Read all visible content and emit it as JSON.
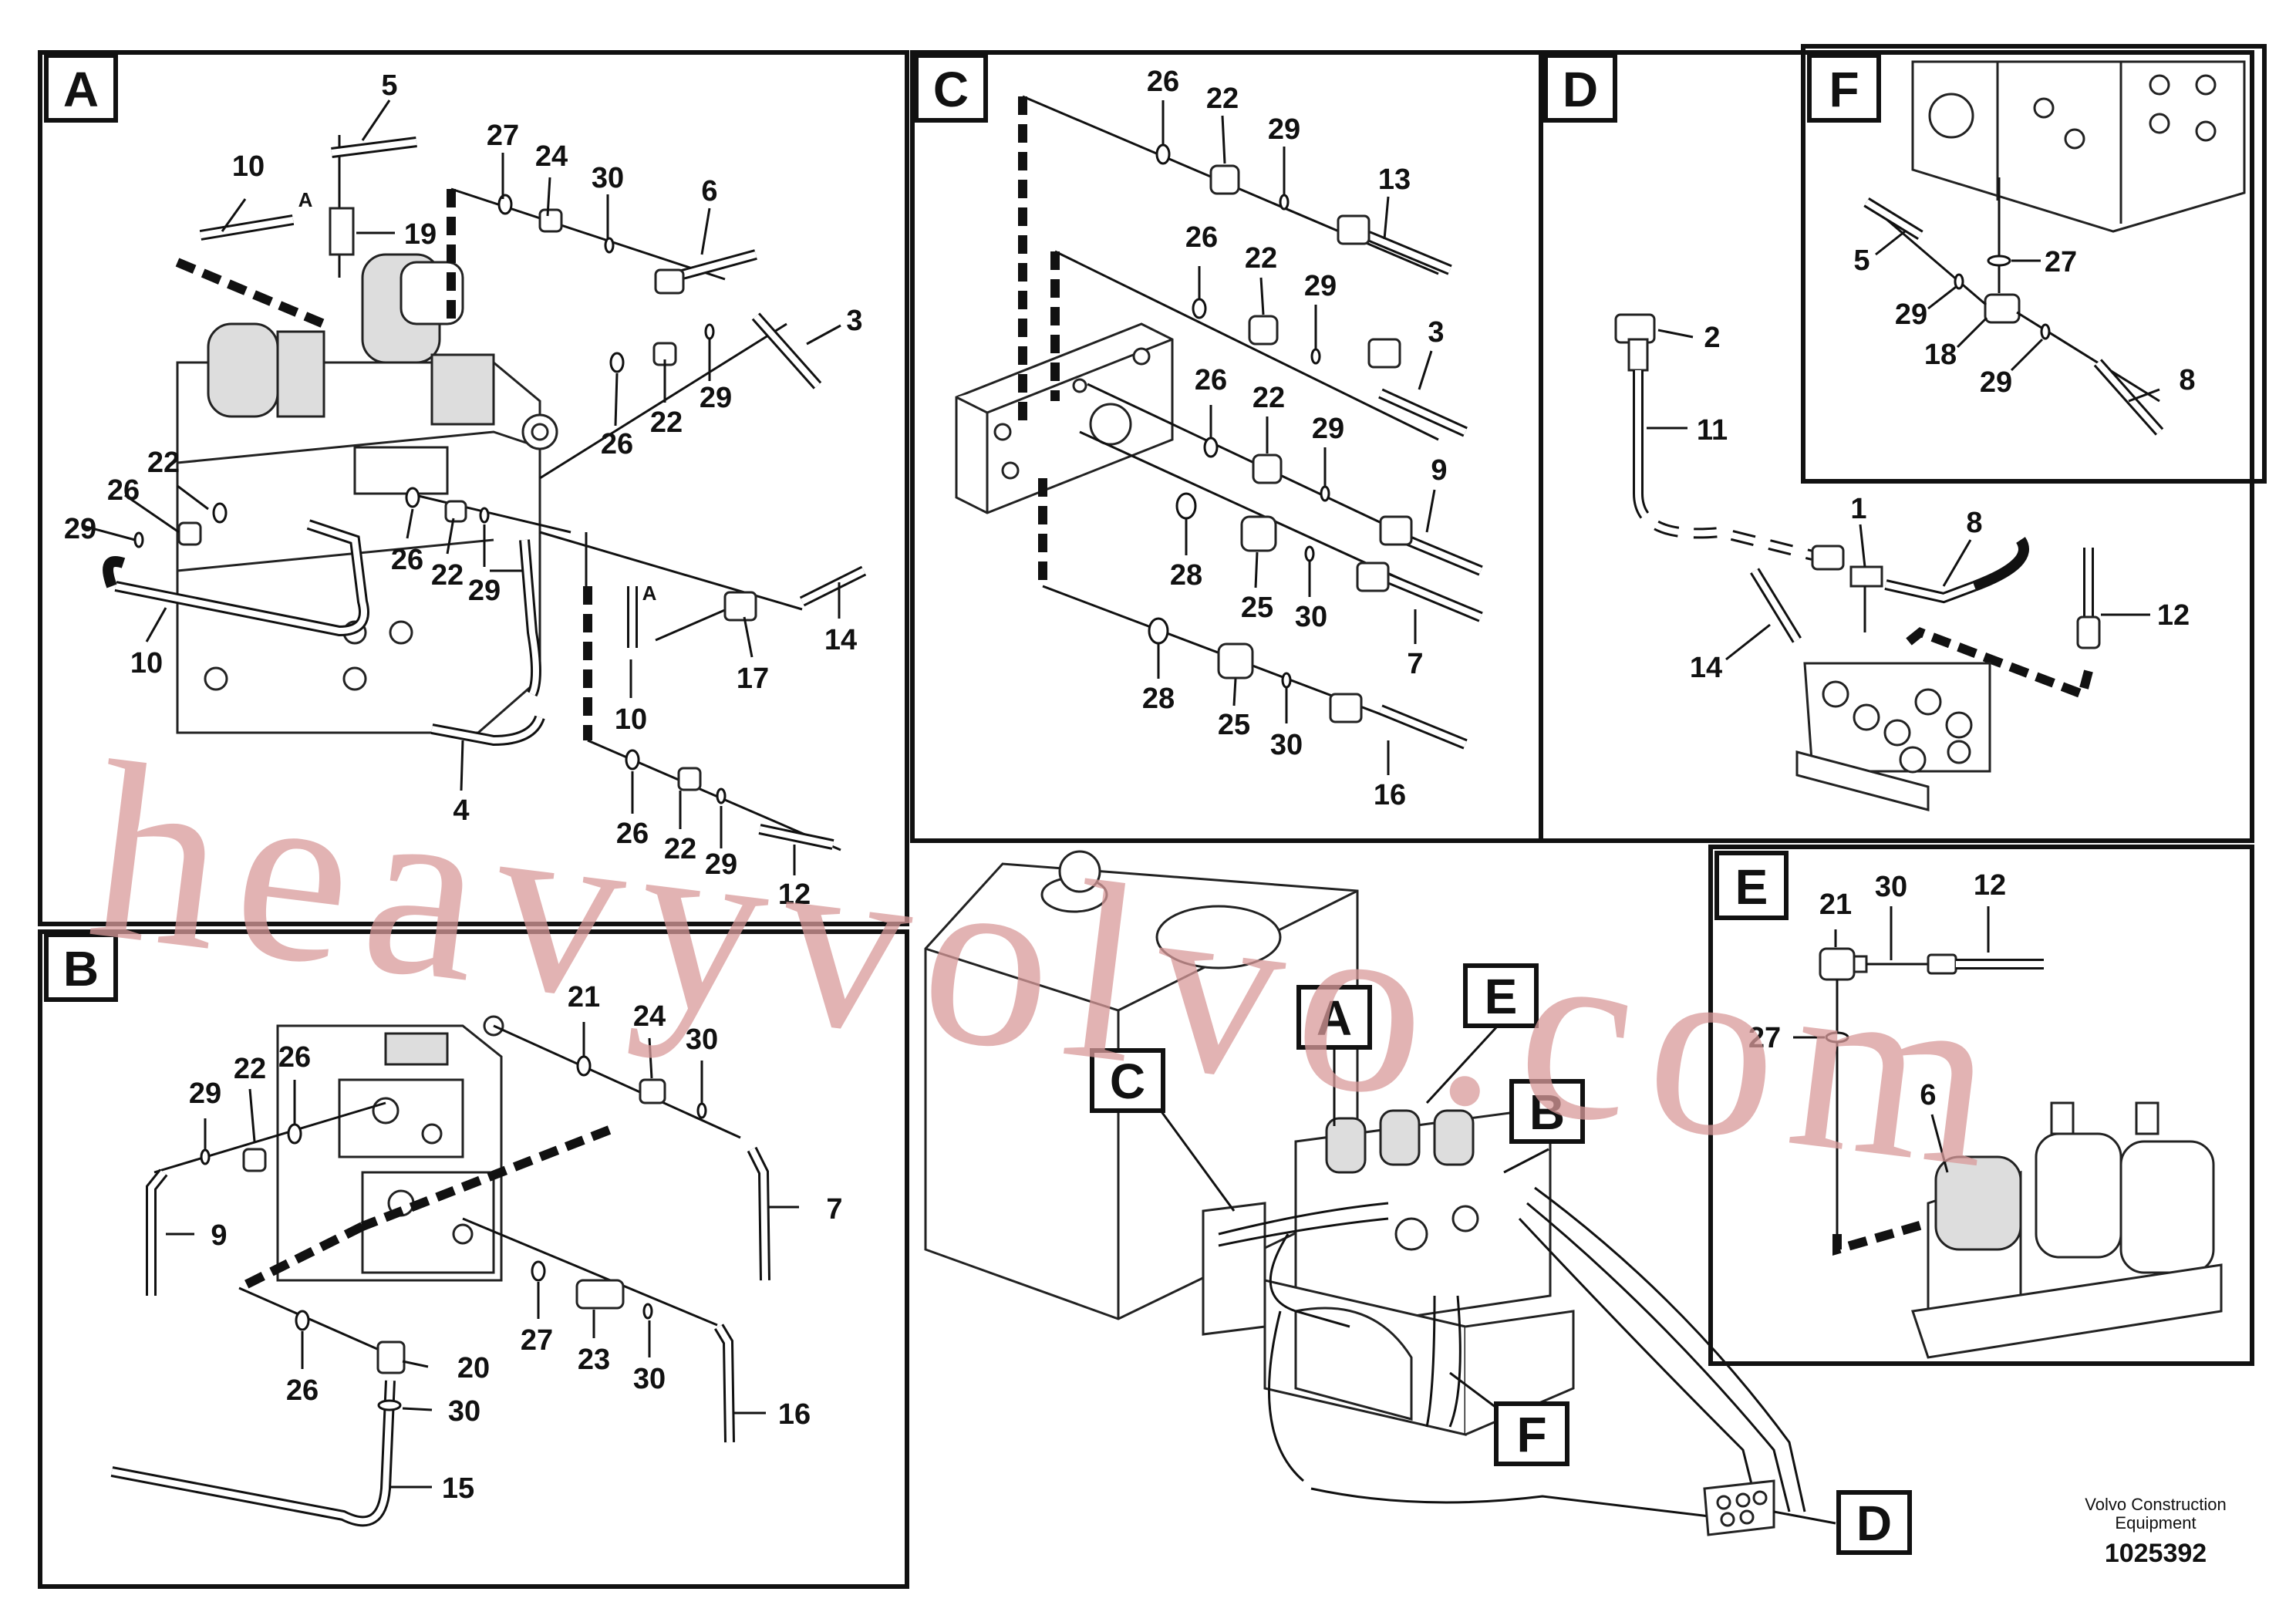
{
  "panels": {
    "A": {
      "label": "A",
      "callouts": [
        "10",
        "5",
        "19",
        "27",
        "24",
        "30",
        "6",
        "3",
        "29",
        "22",
        "26",
        "22",
        "26",
        "29",
        "26",
        "22",
        "29",
        "10",
        "14",
        "17",
        "10",
        "4",
        "26",
        "22",
        "29",
        "12"
      ],
      "inline_marks": [
        "A",
        "A"
      ]
    },
    "B": {
      "label": "B",
      "callouts": [
        "29",
        "22",
        "26",
        "21",
        "24",
        "30",
        "9",
        "7",
        "27",
        "23",
        "30",
        "16",
        "26",
        "20",
        "30",
        "15"
      ]
    },
    "C": {
      "label": "C",
      "callouts": [
        "26",
        "22",
        "29",
        "13",
        "26",
        "22",
        "29",
        "3",
        "26",
        "22",
        "29",
        "9",
        "28",
        "25",
        "30",
        "7",
        "28",
        "25",
        "30",
        "16"
      ]
    },
    "D": {
      "label": "D",
      "callouts": [
        "2",
        "11",
        "1",
        "8",
        "12",
        "14"
      ]
    },
    "E": {
      "label": "E",
      "callouts": [
        "21",
        "30",
        "12",
        "27",
        "6"
      ]
    },
    "F": {
      "label": "F",
      "callouts": [
        "5",
        "27",
        "29",
        "18",
        "29",
        "8"
      ]
    }
  },
  "overview": {
    "pointers": [
      "A",
      "E",
      "C",
      "B",
      "F",
      "D"
    ]
  },
  "watermark": "heavyvolvo.com",
  "footer": {
    "company": "Volvo Construction Equipment",
    "company_line1": "Volvo Construction",
    "company_line2": "Equipment",
    "doc_number": "1025392"
  },
  "colors": {
    "ink": "#111111",
    "watermark": "#d89a9a",
    "background": "#ffffff"
  }
}
